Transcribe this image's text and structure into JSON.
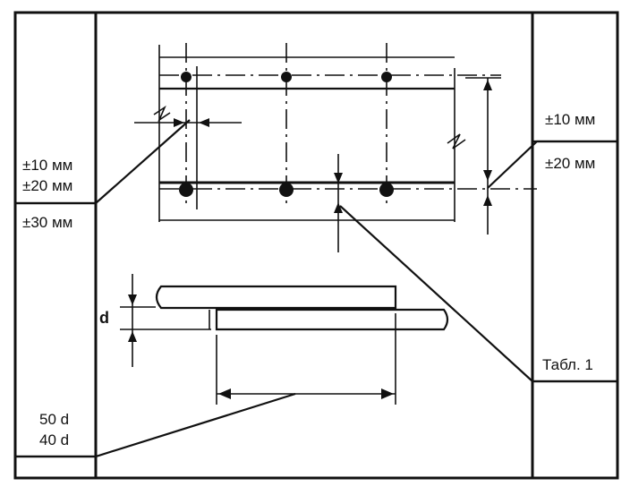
{
  "left_panel": {
    "tolerance_1": "±10 мм",
    "tolerance_2": "±20 мм",
    "tolerance_3": "±30 мм",
    "length_1": "50 d",
    "length_2": "40 d"
  },
  "right_panel": {
    "tolerance_1": "±10 мм",
    "tolerance_2": "±20 мм",
    "table_ref": "Табл. 1"
  },
  "bar_diagram": {
    "diameter_label": "d"
  }
}
